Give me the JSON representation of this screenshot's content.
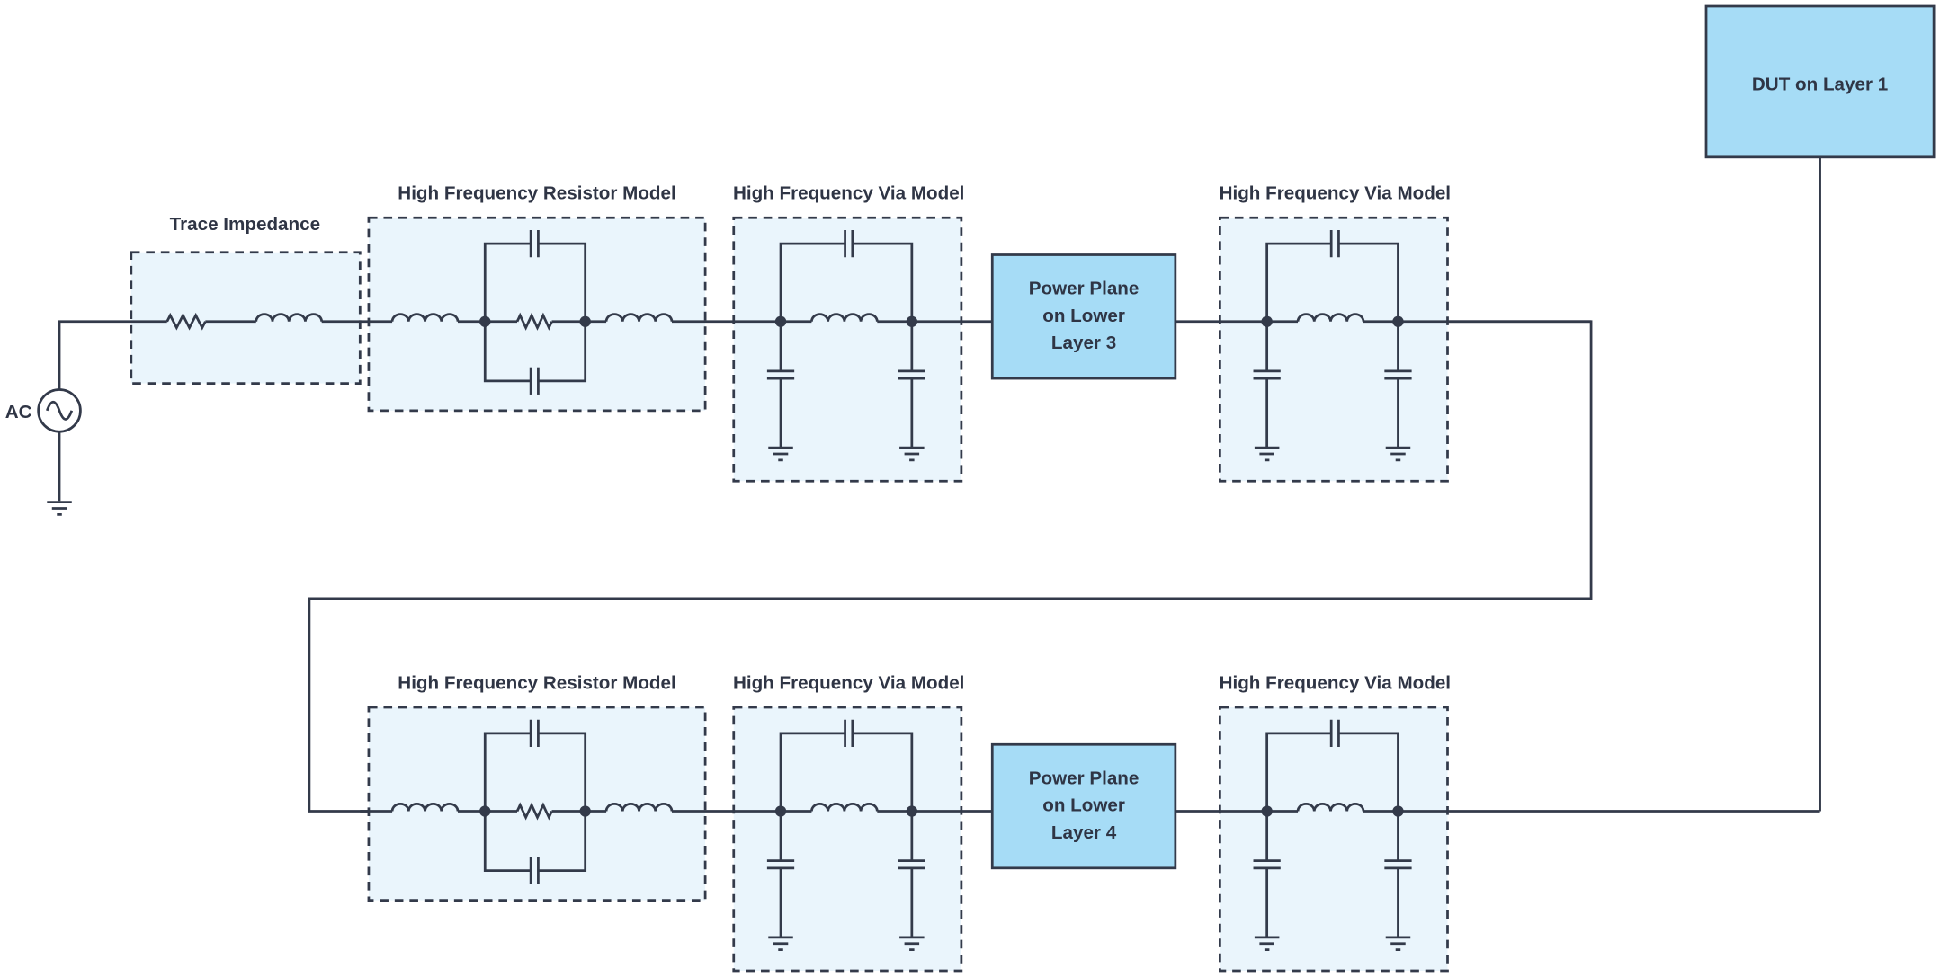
{
  "source": {
    "label": "AC"
  },
  "trace": {
    "label": "Trace Impedance"
  },
  "top_row": {
    "resistor_model": {
      "label": "High Frequency Resistor Model"
    },
    "via_models": [
      {
        "label": "High Frequency Via Model"
      },
      {
        "label": "High Frequency Via Model"
      }
    ],
    "power_plane": {
      "lines": [
        "Power Plane",
        "on Lower",
        "Layer 3"
      ]
    }
  },
  "bottom_row": {
    "resistor_model": {
      "label": "High Frequency Resistor Model"
    },
    "via_models": [
      {
        "label": "High Frequency Via Model"
      },
      {
        "label": "High Frequency Via Model"
      }
    ],
    "power_plane": {
      "lines": [
        "Power Plane",
        "on Lower",
        "Layer 4"
      ]
    }
  },
  "dut": {
    "label": "DUT on Layer 1"
  },
  "colors": {
    "wire": "#333a4a",
    "model_box_fill": "#eaf5fc",
    "block_fill": "#a6dcf6"
  }
}
